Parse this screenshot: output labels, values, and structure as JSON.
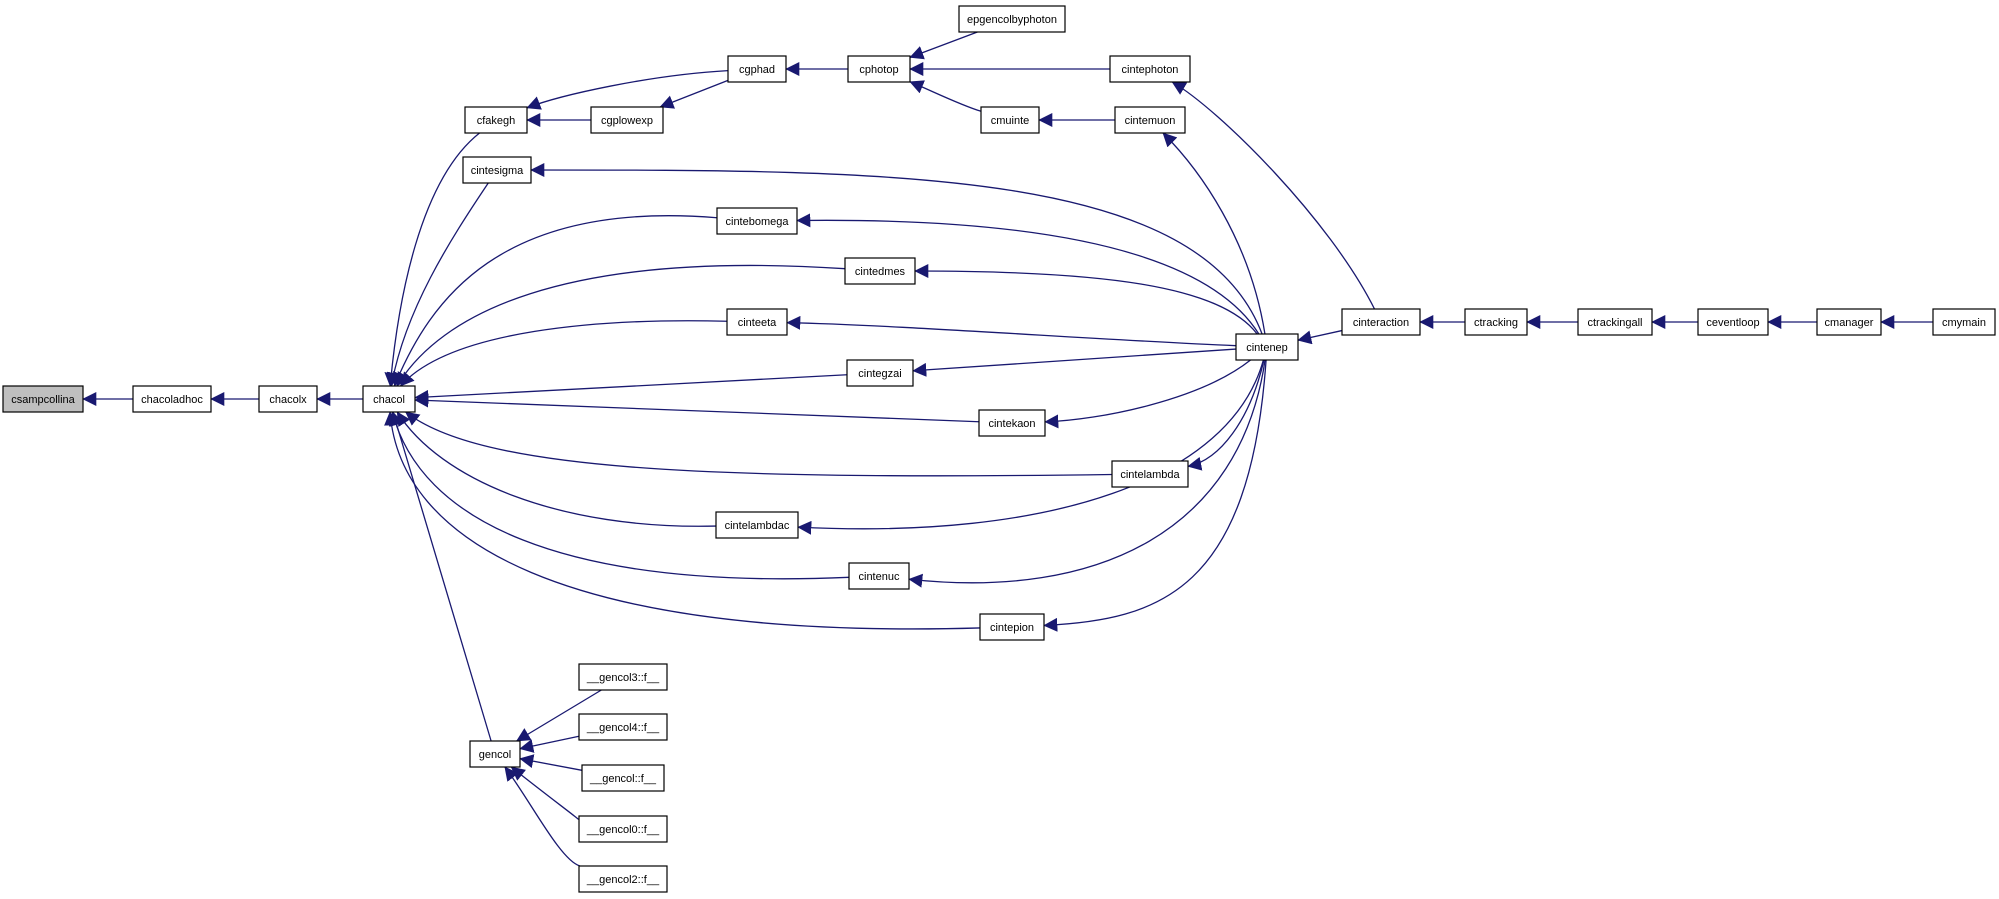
{
  "graph": {
    "title": "",
    "colors": {
      "edge": "#191970",
      "node_fill": "#ffffff",
      "root_fill": "#bfbfbf",
      "border": "#000000"
    },
    "nodes": [
      {
        "id": "csampcollina",
        "label": "csampcollina",
        "highlighted": true
      },
      {
        "id": "chacoladhoc",
        "label": "chacoladhoc"
      },
      {
        "id": "chacolx",
        "label": "chacolx"
      },
      {
        "id": "chacol",
        "label": "chacol"
      },
      {
        "id": "cfakegh",
        "label": "cfakegh"
      },
      {
        "id": "cintesigma",
        "label": "cintesigma"
      },
      {
        "id": "gencol",
        "label": "gencol"
      },
      {
        "id": "cgplowexp",
        "label": "cgplowexp"
      },
      {
        "id": "cgphad",
        "label": "cgphad"
      },
      {
        "id": "cphotop",
        "label": "cphotop"
      },
      {
        "id": "epgencolbyphoton",
        "label": "epgencolbyphoton"
      },
      {
        "id": "cintephoton",
        "label": "cintephoton"
      },
      {
        "id": "cmuinte",
        "label": "cmuinte"
      },
      {
        "id": "cintemuon",
        "label": "cintemuon"
      },
      {
        "id": "cintebomega",
        "label": "cintebomega"
      },
      {
        "id": "cintedmes",
        "label": "cintedmes"
      },
      {
        "id": "cinteeta",
        "label": "cinteeta"
      },
      {
        "id": "cintegzai",
        "label": "cintegzai"
      },
      {
        "id": "cintekaon",
        "label": "cintekaon"
      },
      {
        "id": "cintelambda",
        "label": "cintelambda"
      },
      {
        "id": "cintelambdac",
        "label": "cintelambdac"
      },
      {
        "id": "cintenuc",
        "label": "cintenuc"
      },
      {
        "id": "cintepion",
        "label": "cintepion"
      },
      {
        "id": "cintenep",
        "label": "cintenep"
      },
      {
        "id": "cinteraction",
        "label": "cinteraction"
      },
      {
        "id": "ctracking",
        "label": "ctracking"
      },
      {
        "id": "ctrackingall",
        "label": "ctrackingall"
      },
      {
        "id": "ceventloop",
        "label": "ceventloop"
      },
      {
        "id": "cmanager",
        "label": "cmanager"
      },
      {
        "id": "cmymain",
        "label": "cmymain"
      },
      {
        "id": "gencol3",
        "label": "__gencol3::f__"
      },
      {
        "id": "gencol4",
        "label": "__gencol4::f__"
      },
      {
        "id": "gencol1",
        "label": "__gencol::f__"
      },
      {
        "id": "gencol0",
        "label": "__gencol0::f__"
      },
      {
        "id": "gencol2",
        "label": "__gencol2::f__"
      }
    ],
    "edges": [
      {
        "from": "chacoladhoc",
        "to": "csampcollina"
      },
      {
        "from": "chacolx",
        "to": "chacoladhoc"
      },
      {
        "from": "chacol",
        "to": "chacolx"
      },
      {
        "from": "cfakegh",
        "to": "chacol"
      },
      {
        "from": "cintesigma",
        "to": "chacol"
      },
      {
        "from": "cintebomega",
        "to": "chacol"
      },
      {
        "from": "cintedmes",
        "to": "chacol"
      },
      {
        "from": "cinteeta",
        "to": "chacol"
      },
      {
        "from": "cintegzai",
        "to": "chacol"
      },
      {
        "from": "cintekaon",
        "to": "chacol"
      },
      {
        "from": "cintelambda",
        "to": "chacol"
      },
      {
        "from": "cintelambdac",
        "to": "chacol"
      },
      {
        "from": "cintenuc",
        "to": "chacol"
      },
      {
        "from": "cintepion",
        "to": "chacol"
      },
      {
        "from": "gencol",
        "to": "chacol"
      },
      {
        "from": "cgplowexp",
        "to": "cfakegh"
      },
      {
        "from": "cgphad",
        "to": "cfakegh"
      },
      {
        "from": "cgphad",
        "to": "cgplowexp"
      },
      {
        "from": "cphotop",
        "to": "cgphad"
      },
      {
        "from": "epgencolbyphoton",
        "to": "cphotop"
      },
      {
        "from": "cintephoton",
        "to": "cphotop"
      },
      {
        "from": "cmuinte",
        "to": "cphotop"
      },
      {
        "from": "cintemuon",
        "to": "cmuinte"
      },
      {
        "from": "cintenep",
        "to": "cintesigma"
      },
      {
        "from": "cintenep",
        "to": "cintebomega"
      },
      {
        "from": "cintenep",
        "to": "cintedmes"
      },
      {
        "from": "cintenep",
        "to": "cinteeta"
      },
      {
        "from": "cintenep",
        "to": "cintegzai"
      },
      {
        "from": "cintenep",
        "to": "cintekaon"
      },
      {
        "from": "cintenep",
        "to": "cintelambda"
      },
      {
        "from": "cintenep",
        "to": "cintelambdac"
      },
      {
        "from": "cintenep",
        "to": "cintenuc"
      },
      {
        "from": "cintenep",
        "to": "cintepion"
      },
      {
        "from": "cintenep",
        "to": "cintemuon"
      },
      {
        "from": "cinteraction",
        "to": "cintenep"
      },
      {
        "from": "cinteraction",
        "to": "cintephoton"
      },
      {
        "from": "ctracking",
        "to": "cinteraction"
      },
      {
        "from": "ctrackingall",
        "to": "ctracking"
      },
      {
        "from": "ceventloop",
        "to": "ctrackingall"
      },
      {
        "from": "cmanager",
        "to": "ceventloop"
      },
      {
        "from": "cmymain",
        "to": "cmanager"
      },
      {
        "from": "gencol3",
        "to": "gencol"
      },
      {
        "from": "gencol4",
        "to": "gencol"
      },
      {
        "from": "gencol1",
        "to": "gencol"
      },
      {
        "from": "gencol0",
        "to": "gencol"
      },
      {
        "from": "gencol2",
        "to": "gencol"
      }
    ]
  }
}
